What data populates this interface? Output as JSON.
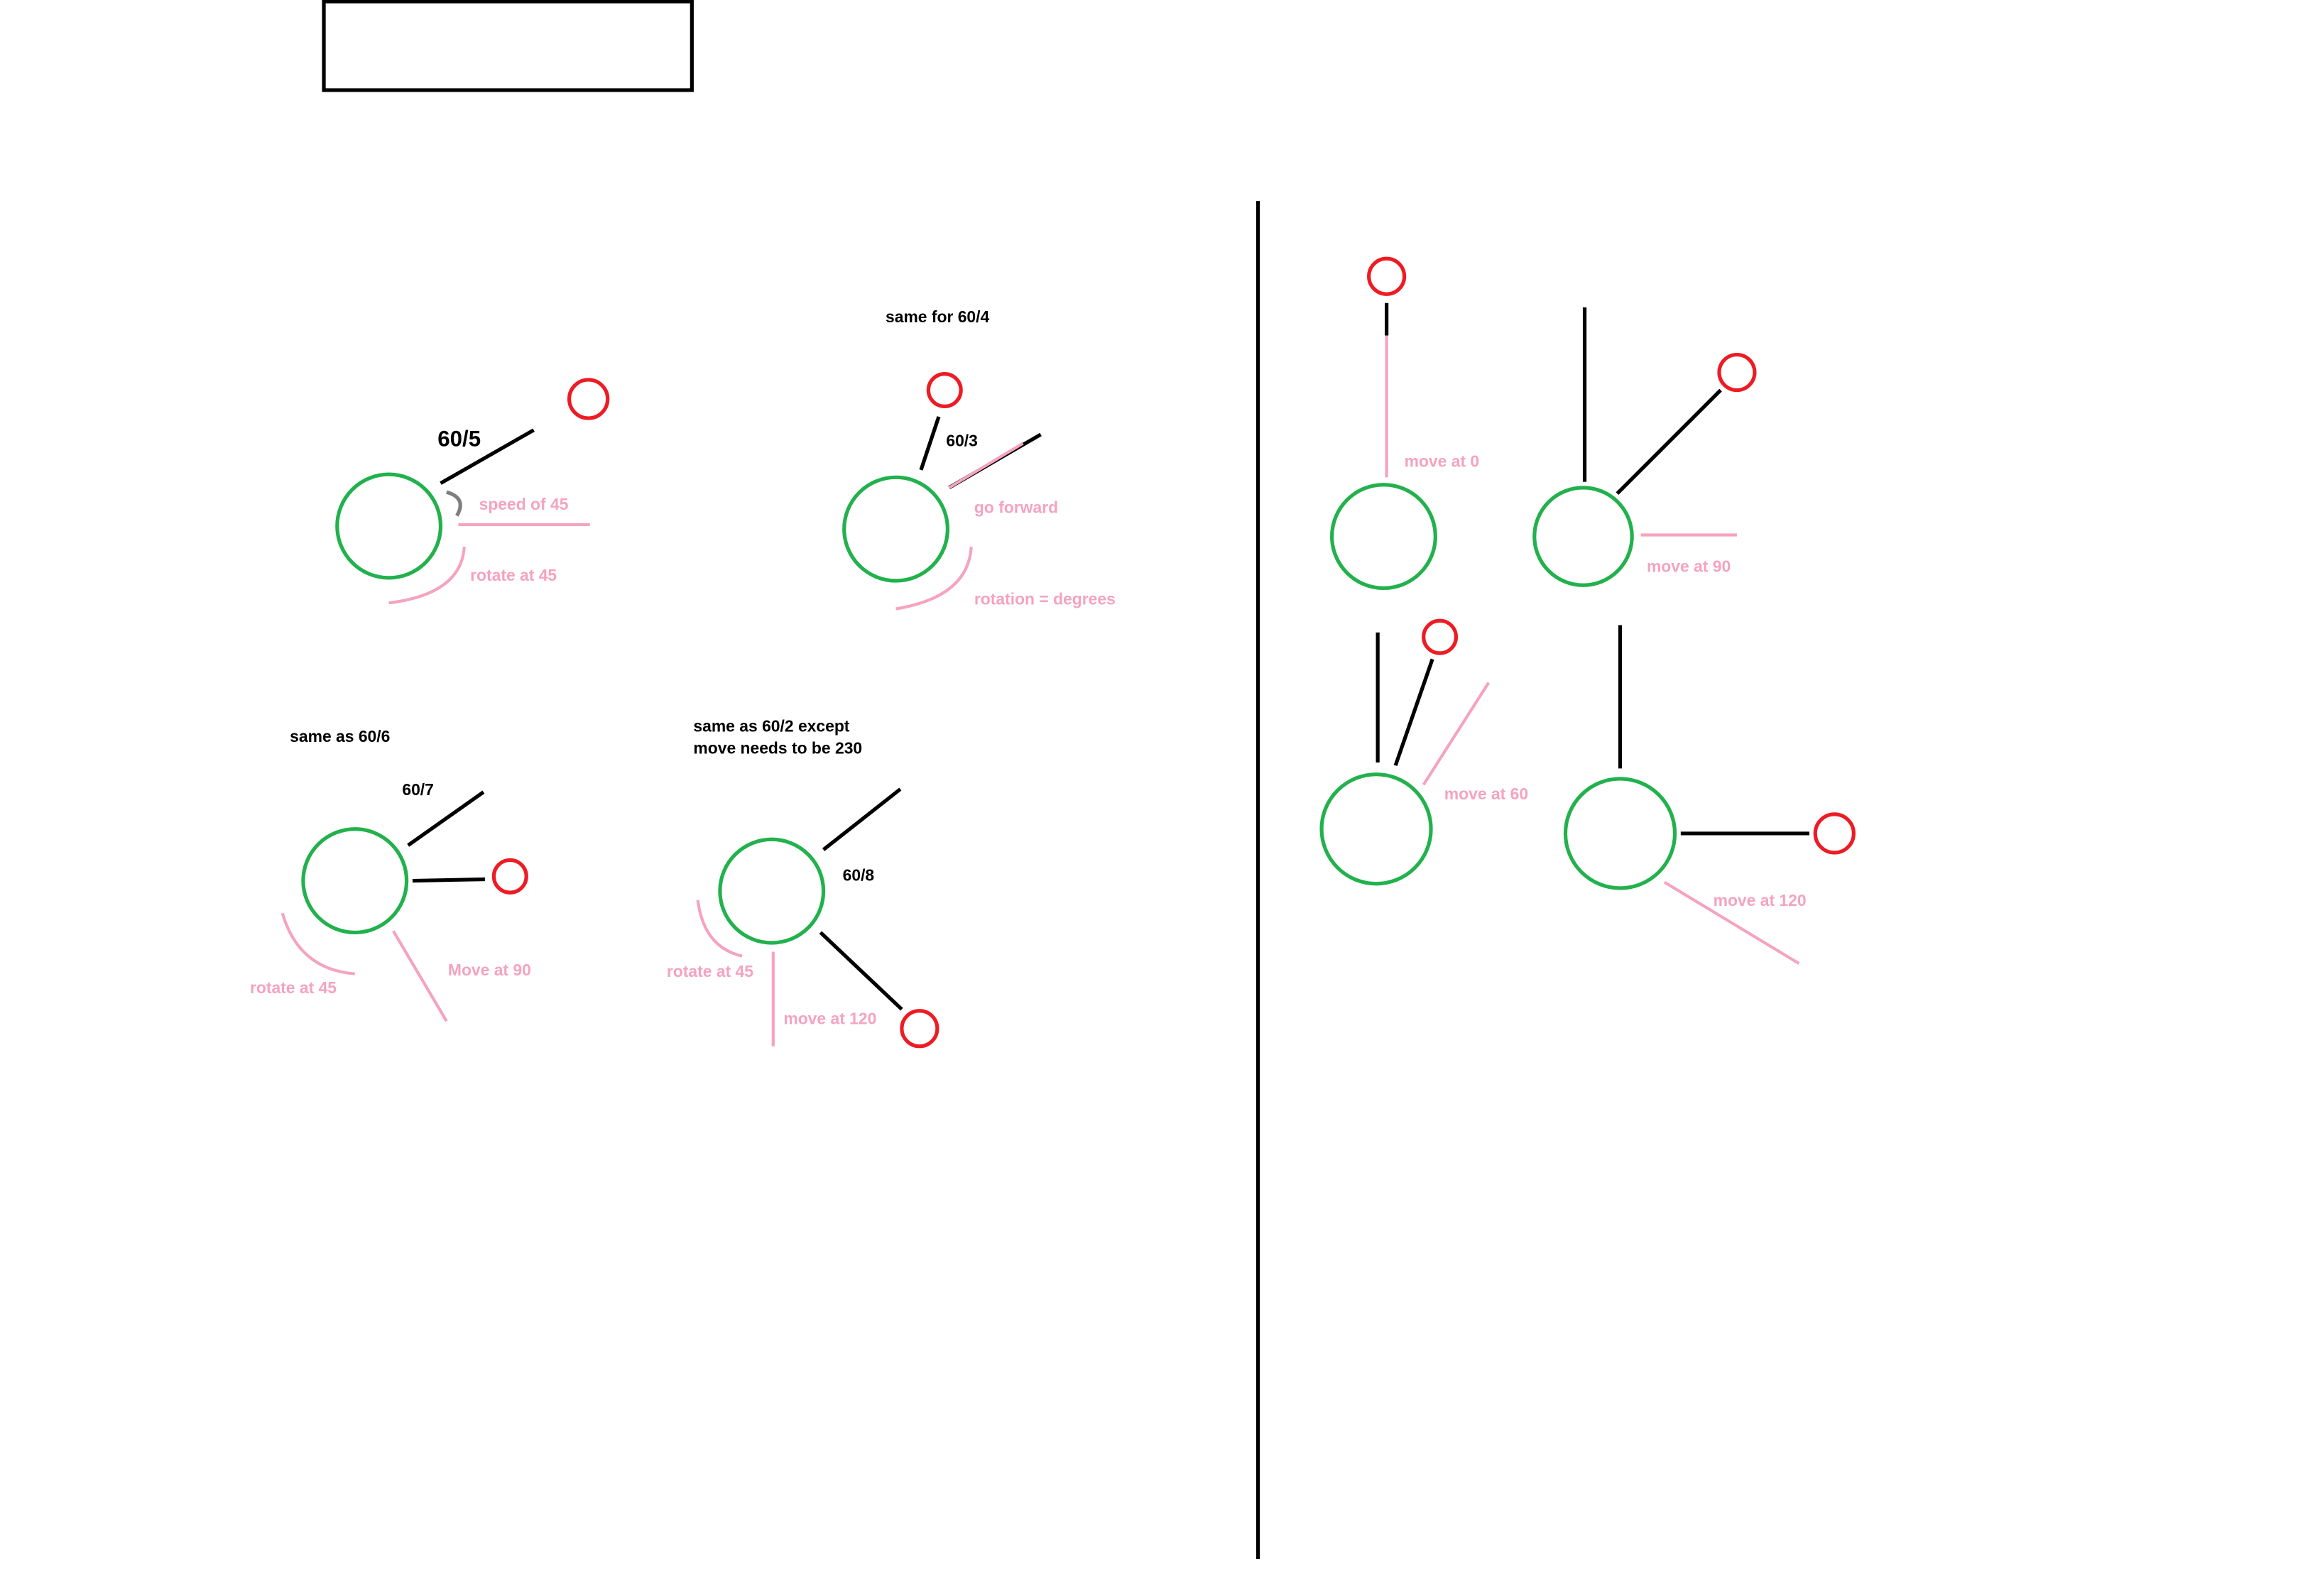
{
  "labels": {
    "d1_title": "60/5",
    "d1_speed": "speed of 45",
    "d1_rotate": "rotate at 45",
    "d2_header": "same for 60/4",
    "d2_title": "60/3",
    "d2_forward": "go forward",
    "d2_rotation": "rotation = degrees",
    "d3_header": "same as 60/6",
    "d3_title": "60/7",
    "d3_rotate": "rotate at 45",
    "d3_move": "Move at 90",
    "d4_header_line1": "same as 60/2 except",
    "d4_header_line2": "move needs to be 230",
    "d4_title": "60/8",
    "d4_rotate": "rotate at 45",
    "d4_move": "move at 120",
    "r1_move": "move at 0",
    "r2_move": "move at 90",
    "r3_move": "move at 60",
    "r4_move": "move at 120"
  },
  "colors": {
    "robot": "#22b14c",
    "target": "#ed1c24",
    "annotation": "#f5a3be",
    "line": "#000000"
  }
}
